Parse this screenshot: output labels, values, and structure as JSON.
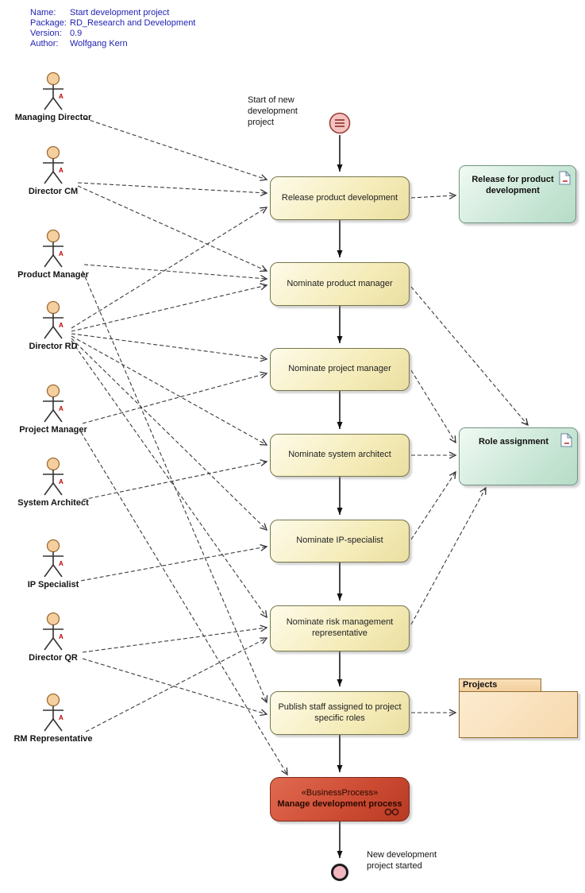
{
  "meta": {
    "rows": [
      {
        "label": "Name:",
        "value": "Start development project"
      },
      {
        "label": "Package:",
        "value": "RD_Research and Development"
      },
      {
        "label": "Version:",
        "value": "0.9"
      },
      {
        "label": "Author:",
        "value": "Wolfgang Kern"
      }
    ]
  },
  "actors": [
    {
      "label": "Managing Director"
    },
    {
      "label": "Director CM"
    },
    {
      "label": "Product Manager"
    },
    {
      "label": "Director RD"
    },
    {
      "label": "Project Manager"
    },
    {
      "label": "System Architect"
    },
    {
      "label": "IP Specialist"
    },
    {
      "label": "Director QR"
    },
    {
      "label": "RM Representative"
    }
  ],
  "activities": [
    {
      "label": "Release product development"
    },
    {
      "label": "Nominate product manager"
    },
    {
      "label": "Nominate project manager"
    },
    {
      "label": "Nominate system architect"
    },
    {
      "label": "Nominate IP-specialist"
    },
    {
      "label": "Nominate risk management representative"
    },
    {
      "label": "Publish staff assigned to project specific roles"
    }
  ],
  "business_process": {
    "stereotype": "«BusinessProcess»",
    "label": "Manage development process"
  },
  "artifacts": [
    {
      "label": "Release for product development"
    },
    {
      "label": "Role assignment"
    }
  ],
  "folder": {
    "label": "Projects"
  },
  "annotations": {
    "start": "Start of new development project",
    "end": "New development project started"
  },
  "icons": {
    "start_node": "circle-with-lines",
    "end_node": "pink-filled-circle",
    "artifact_document": "document-page",
    "business_process_link": "chain-links",
    "actor_marker": "A"
  },
  "colors": {
    "meta_text": "#1f1fb4",
    "activity_fill": "#f5ecba",
    "activity_border": "#77774d",
    "business_process_fill": "#cc4a32",
    "artifact_fill": "#cde8d9",
    "folder_fill": "#f7d9ad",
    "actor_head": "#f6cf9f",
    "connector": "#333333"
  }
}
